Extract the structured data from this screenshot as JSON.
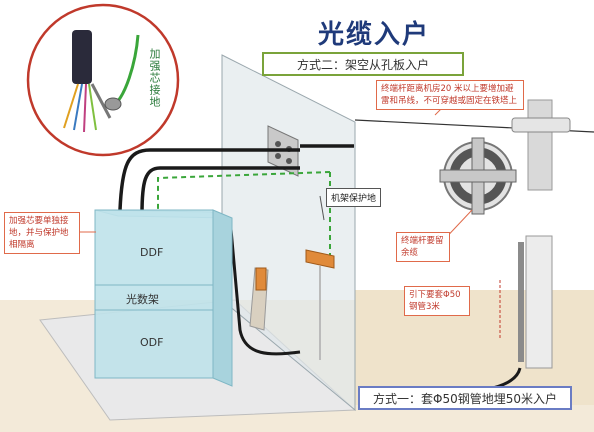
{
  "title": "光缆入户",
  "mode_two": "方式二：架空从孔板入户",
  "mode_one": "方式一：套Φ50钢管地埋50米入户",
  "note_tower_distance": "终端杆距离机房20 米以上要增加避雷和吊线，不可穿越或固定在铁塔上",
  "note_frame_ground": "机架保护地",
  "note_strength_core": "加强芯要单独接地，并与保护地相隔离",
  "note_terminal_pole": "终端杆要留余缆",
  "note_steel_pipe": "引下要套Φ50钢管3米",
  "inset_label": "加强芯接地",
  "rack": {
    "ddf": "DDF",
    "fiber_frame": "光数架",
    "odf": "ODF"
  },
  "colors": {
    "title": "#1f3a7a",
    "mode_two_border": "#7aa33a",
    "mode_one_border": "#6a7cc4",
    "note_border": "#e06a4a",
    "cable": "#1a1a1a",
    "ground_wire": "#3aa63a"
  }
}
